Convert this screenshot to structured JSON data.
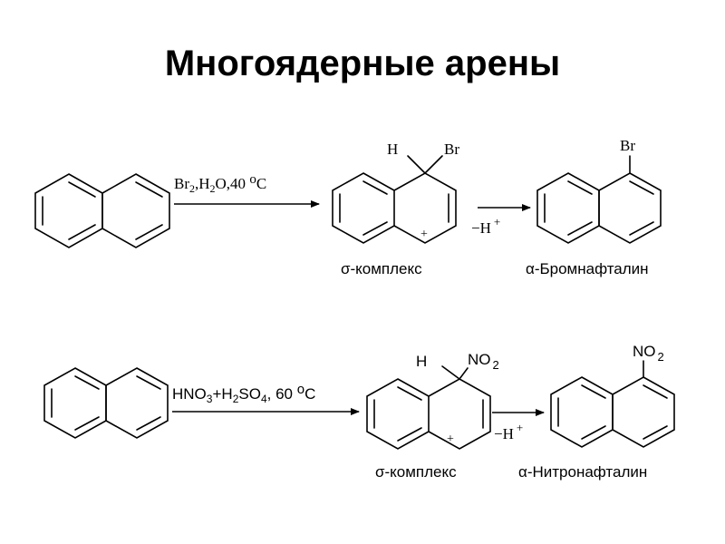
{
  "title": "Многоядерные арены",
  "reaction1": {
    "reagent_main": "Br",
    "reagent_sub1": "2",
    "reagent_mid": ",H",
    "reagent_sub2": "2",
    "reagent_tail": "O,40 ",
    "degree": "o",
    "unit": "C",
    "intermediate_h": "H",
    "intermediate_sub": "Br",
    "plus_charge": "+",
    "elimination": "−H",
    "elimination_charge": "+",
    "product_sub": "Br",
    "label_sigma": "σ-комплекс",
    "label_product": "α-Бромнафталин"
  },
  "reaction2": {
    "reagent_main": "HNO",
    "reagent_sub1": "3",
    "reagent_mid": "+H",
    "reagent_sub2": "2",
    "reagent_tail": "SO",
    "reagent_sub3": "4",
    "reagent_end": ", 60 ",
    "degree": "o",
    "unit": "C",
    "intermediate_h": "H",
    "intermediate_sub": "NO",
    "intermediate_sub_index": "2",
    "plus_charge": "+",
    "elimination": "−H",
    "elimination_charge": "+",
    "product_sub": "NO",
    "product_sub_index": "2",
    "label_sigma": "σ-комплекс",
    "label_product": "α-Нитронафталин"
  }
}
